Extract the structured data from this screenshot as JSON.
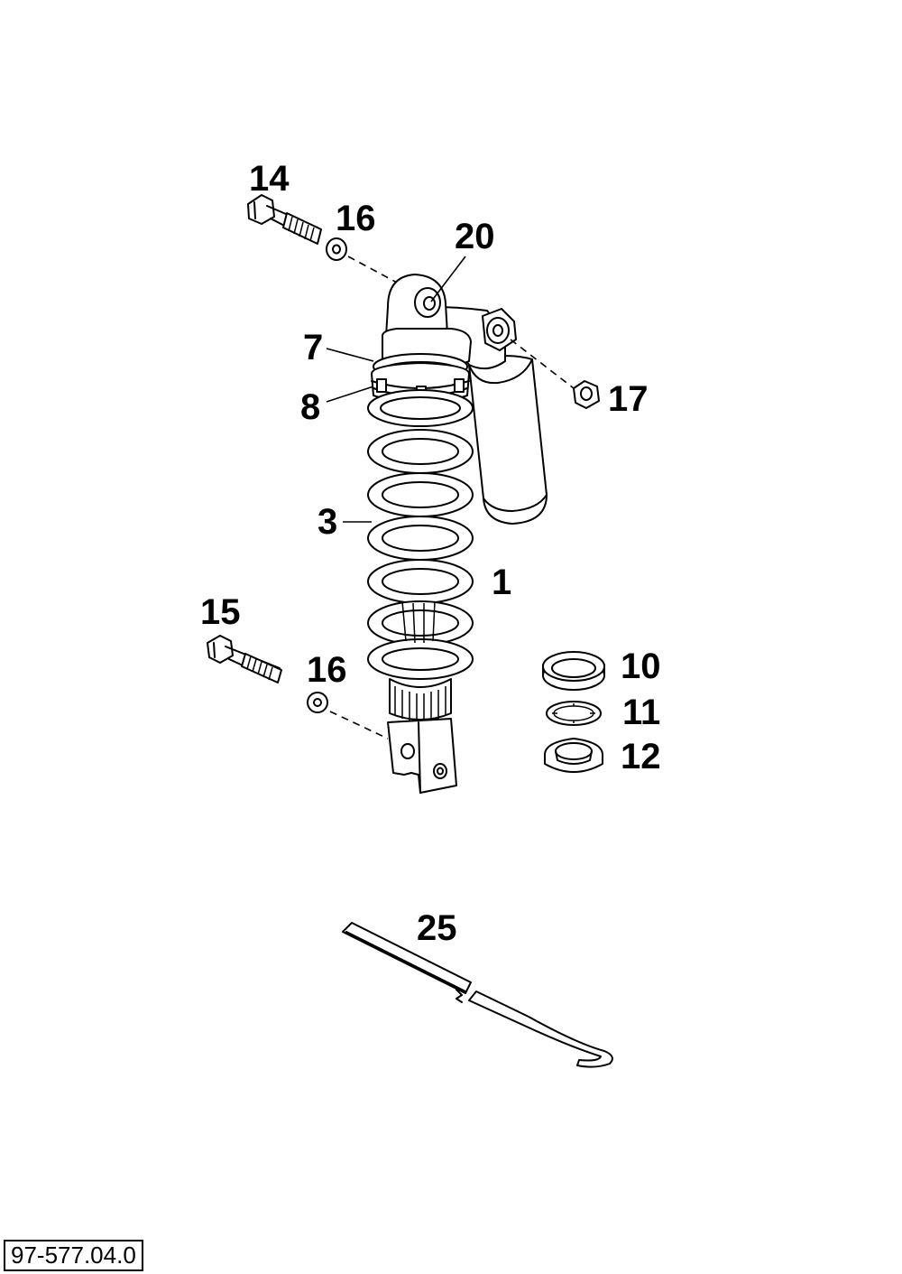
{
  "callouts": [
    {
      "id": "part-14",
      "label": "14"
    },
    {
      "id": "part-16-top",
      "label": "16"
    },
    {
      "id": "part-20",
      "label": "20"
    },
    {
      "id": "part-7",
      "label": "7"
    },
    {
      "id": "part-8",
      "label": "8"
    },
    {
      "id": "part-17",
      "label": "17"
    },
    {
      "id": "part-3",
      "label": "3"
    },
    {
      "id": "part-1",
      "label": "1"
    },
    {
      "id": "part-15",
      "label": "15"
    },
    {
      "id": "part-16-bottom",
      "label": "16"
    },
    {
      "id": "part-10",
      "label": "10"
    },
    {
      "id": "part-11",
      "label": "11"
    },
    {
      "id": "part-12",
      "label": "12"
    },
    {
      "id": "part-25",
      "label": "25"
    }
  ],
  "reference_number": "97-577.04.0"
}
